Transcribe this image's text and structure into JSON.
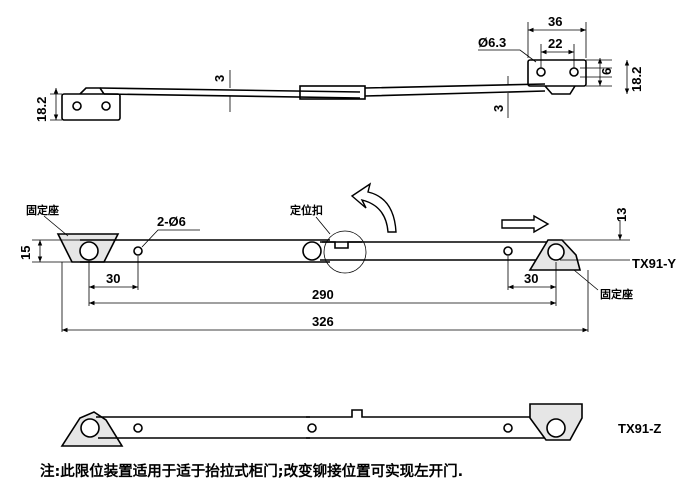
{
  "side_view": {
    "dim_36": "36",
    "dim_22": "22",
    "dim_hole": "Ø6.3",
    "dim_6": "6",
    "dim_18_2_right": "18.2",
    "dim_18_2_left": "18.2",
    "dim_3_top": "3",
    "dim_3_right": "3"
  },
  "top_view": {
    "label_fixed_seat_left": "固定座",
    "label_holes": "2-Ø6",
    "label_locating_buckle": "定位扣",
    "dim_13": "13",
    "dim_15": "15",
    "model_y": "TX91-Y",
    "label_fixed_seat_right": "固定座",
    "dim_30_left": "30",
    "dim_30_right": "30",
    "dim_290": "290",
    "dim_326": "326"
  },
  "bottom_view": {
    "model_z": "TX91-Z"
  },
  "note": "注:此限位装置适用于适于抬拉式柜门;改变铆接位置可实现左开门."
}
